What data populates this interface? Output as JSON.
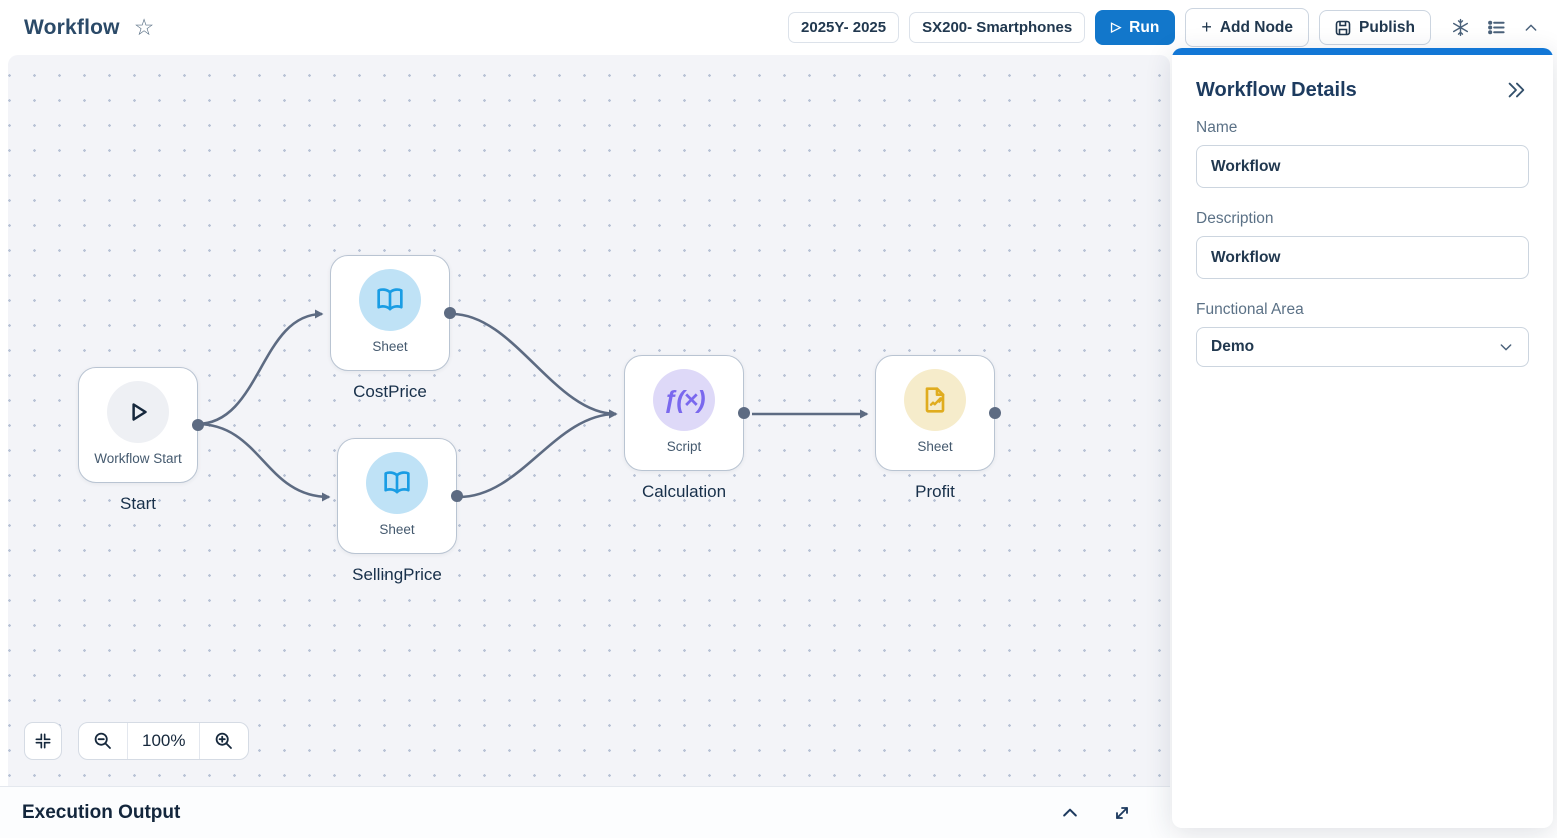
{
  "header": {
    "title": "Workflow",
    "favorite_icon": "☆",
    "badges": [
      "2025Y- 2025",
      "SX200- Smartphones"
    ],
    "run": {
      "icon": "▷",
      "label": "Run"
    },
    "add_node": {
      "icon": "+",
      "label": "Add Node"
    },
    "publish": {
      "label": "Publish"
    }
  },
  "canvas": {
    "zoom_level": "100%",
    "nodes": [
      {
        "type_label": "Workflow Start",
        "caption": "Start"
      },
      {
        "type_label": "Sheet",
        "caption": "CostPrice"
      },
      {
        "type_label": "Sheet",
        "caption": "SellingPrice"
      },
      {
        "type_label": "Script",
        "caption": "Calculation",
        "icon_text": "ƒ(×)"
      },
      {
        "type_label": "Sheet",
        "caption": "Profit"
      }
    ],
    "edges": [
      {
        "from": "Start",
        "to": "CostPrice"
      },
      {
        "from": "Start",
        "to": "SellingPrice"
      },
      {
        "from": "CostPrice",
        "to": "Calculation"
      },
      {
        "from": "SellingPrice",
        "to": "Calculation"
      },
      {
        "from": "Calculation",
        "to": "Profit"
      }
    ]
  },
  "details_panel": {
    "title": "Workflow Details",
    "fields": {
      "name_label": "Name",
      "name_value": "Workflow",
      "description_label": "Description",
      "description_value": "Workflow",
      "functional_area_label": "Functional Area",
      "functional_area_value": "Demo"
    }
  },
  "bottom_bar": {
    "title": "Execution Output"
  },
  "colors": {
    "accent_blue": "#1277cb",
    "panel_top_bar": "#1277d6",
    "edge": "#5d6b82",
    "sheet_icon": "#1a9de4",
    "script_icon": "#7a68ee",
    "profit_icon": "#e0ac1e",
    "canvas_dot": "#b9c3d6"
  }
}
